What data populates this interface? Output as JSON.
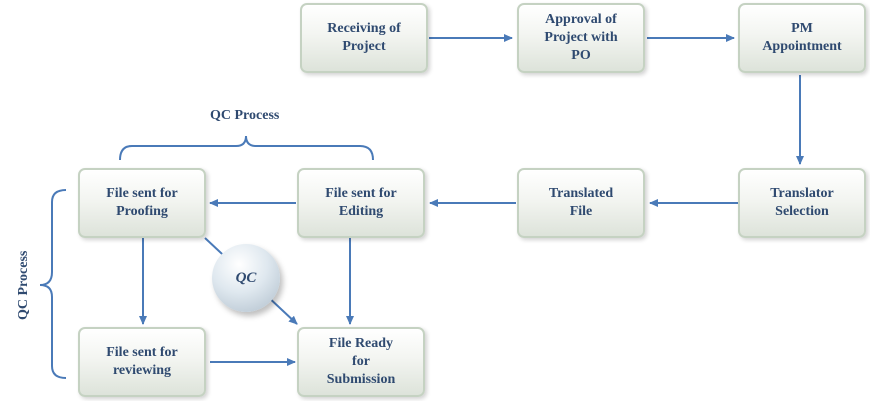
{
  "nodes": {
    "receiving": "Receiving of\nProject",
    "approval": "Approval of\nProject with\nPO",
    "pm": "PM\nAppointment",
    "translator": "Translator\nSelection",
    "translated": "Translated\nFile",
    "editing": "File sent for\nEditing",
    "proofing": "File sent for\nProofing",
    "reviewing": "File sent for\nreviewing",
    "ready": "File Ready\nfor\nSubmission"
  },
  "labels": {
    "qc_process_top": "QC Process",
    "qc_process_left": "QC Process",
    "qc_badge": "QC"
  },
  "colors": {
    "accent": "#4a7ab8",
    "text": "#2f4a70"
  }
}
